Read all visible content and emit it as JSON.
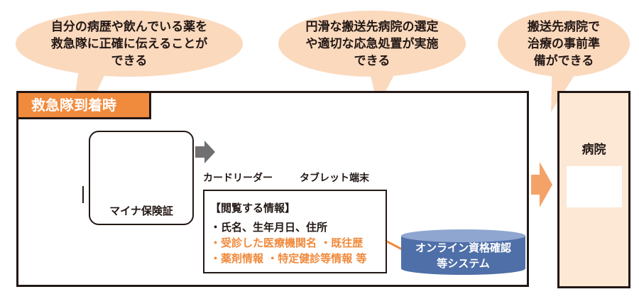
{
  "bubbles": [
    {
      "text": "自分の病歴や飲んでいる薬を\n救急隊に正確に伝えることが\nできる"
    },
    {
      "text": "円滑な搬送先病院の選定\nや適切な応急処置が実施\nできる"
    },
    {
      "text": "搬送先病院で\n治療の事前準\n備ができる"
    }
  ],
  "scene": {
    "tag": "救急隊到着時",
    "card_label": "マイナ保険証",
    "card_reader_label": "カードリーダー",
    "tablet_label": "タブレット端末",
    "info": {
      "heading": "【閲覧する情報】",
      "line1": "・氏名、生年月日、住所",
      "line2": "・受診した医療機関名 ・既往歴",
      "line3": "・薬剤情報 ・特定健診等情報 等"
    },
    "system_label": "オンライン資格確認\n等システム",
    "hospital_label": "病院"
  },
  "colors": {
    "accent": "#f08a3c",
    "bubble": "#fbd9bd",
    "hospital_bg": "#fde8d6",
    "db": "#4f6fa8"
  }
}
